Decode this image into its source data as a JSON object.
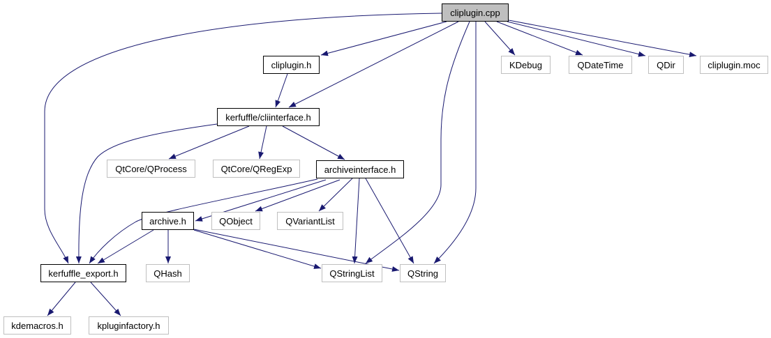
{
  "graph": {
    "edge_color": "#191970",
    "root_fill": "#bfbfbf",
    "external_border": "#bfbfbf",
    "nodes": [
      {
        "id": "cpp",
        "label": "cliplugin.cpp",
        "kind": "root"
      },
      {
        "id": "clipluginh",
        "label": "cliplugin.h",
        "kind": "main"
      },
      {
        "id": "cli",
        "label": "kerfuffle/cliinterface.h",
        "kind": "main"
      },
      {
        "id": "kdebug",
        "label": "KDebug",
        "kind": "ext"
      },
      {
        "id": "qdatetime",
        "label": "QDateTime",
        "kind": "ext"
      },
      {
        "id": "qdir",
        "label": "QDir",
        "kind": "ext"
      },
      {
        "id": "moc",
        "label": "cliplugin.moc",
        "kind": "ext"
      },
      {
        "id": "qprocess",
        "label": "QtCore/QProcess",
        "kind": "ext"
      },
      {
        "id": "qregexp",
        "label": "QtCore/QRegExp",
        "kind": "ext"
      },
      {
        "id": "archiveiface",
        "label": "archiveinterface.h",
        "kind": "main"
      },
      {
        "id": "archive",
        "label": "archive.h",
        "kind": "main"
      },
      {
        "id": "qobject",
        "label": "QObject",
        "kind": "ext"
      },
      {
        "id": "qvariantlist",
        "label": "QVariantList",
        "kind": "ext"
      },
      {
        "id": "kexport",
        "label": "kerfuffle_export.h",
        "kind": "main"
      },
      {
        "id": "qhash",
        "label": "QHash",
        "kind": "ext"
      },
      {
        "id": "qstringlist",
        "label": "QStringList",
        "kind": "ext"
      },
      {
        "id": "qstring",
        "label": "QString",
        "kind": "ext"
      },
      {
        "id": "kdemacros",
        "label": "kdemacros.h",
        "kind": "ext"
      },
      {
        "id": "kpluginfactory",
        "label": "kpluginfactory.h",
        "kind": "ext"
      }
    ],
    "edges": [
      {
        "from": "cpp",
        "to": "kexport"
      },
      {
        "from": "cpp",
        "to": "clipluginh"
      },
      {
        "from": "cpp",
        "to": "cli"
      },
      {
        "from": "cpp",
        "to": "qstringlist"
      },
      {
        "from": "cpp",
        "to": "qstring"
      },
      {
        "from": "cpp",
        "to": "kdebug"
      },
      {
        "from": "cpp",
        "to": "qdatetime"
      },
      {
        "from": "cpp",
        "to": "qdir"
      },
      {
        "from": "cpp",
        "to": "moc"
      },
      {
        "from": "clipluginh",
        "to": "cli"
      },
      {
        "from": "cli",
        "to": "kexport"
      },
      {
        "from": "cli",
        "to": "qprocess"
      },
      {
        "from": "cli",
        "to": "qregexp"
      },
      {
        "from": "cli",
        "to": "archiveiface"
      },
      {
        "from": "archiveiface",
        "to": "kexport"
      },
      {
        "from": "archiveiface",
        "to": "archive"
      },
      {
        "from": "archiveiface",
        "to": "qobject"
      },
      {
        "from": "archiveiface",
        "to": "qvariantlist"
      },
      {
        "from": "archiveiface",
        "to": "qstringlist"
      },
      {
        "from": "archiveiface",
        "to": "qstring"
      },
      {
        "from": "archive",
        "to": "kexport"
      },
      {
        "from": "archive",
        "to": "qhash"
      },
      {
        "from": "archive",
        "to": "qstringlist"
      },
      {
        "from": "archive",
        "to": "qstring"
      },
      {
        "from": "kexport",
        "to": "kdemacros"
      },
      {
        "from": "kexport",
        "to": "kpluginfactory"
      }
    ]
  }
}
